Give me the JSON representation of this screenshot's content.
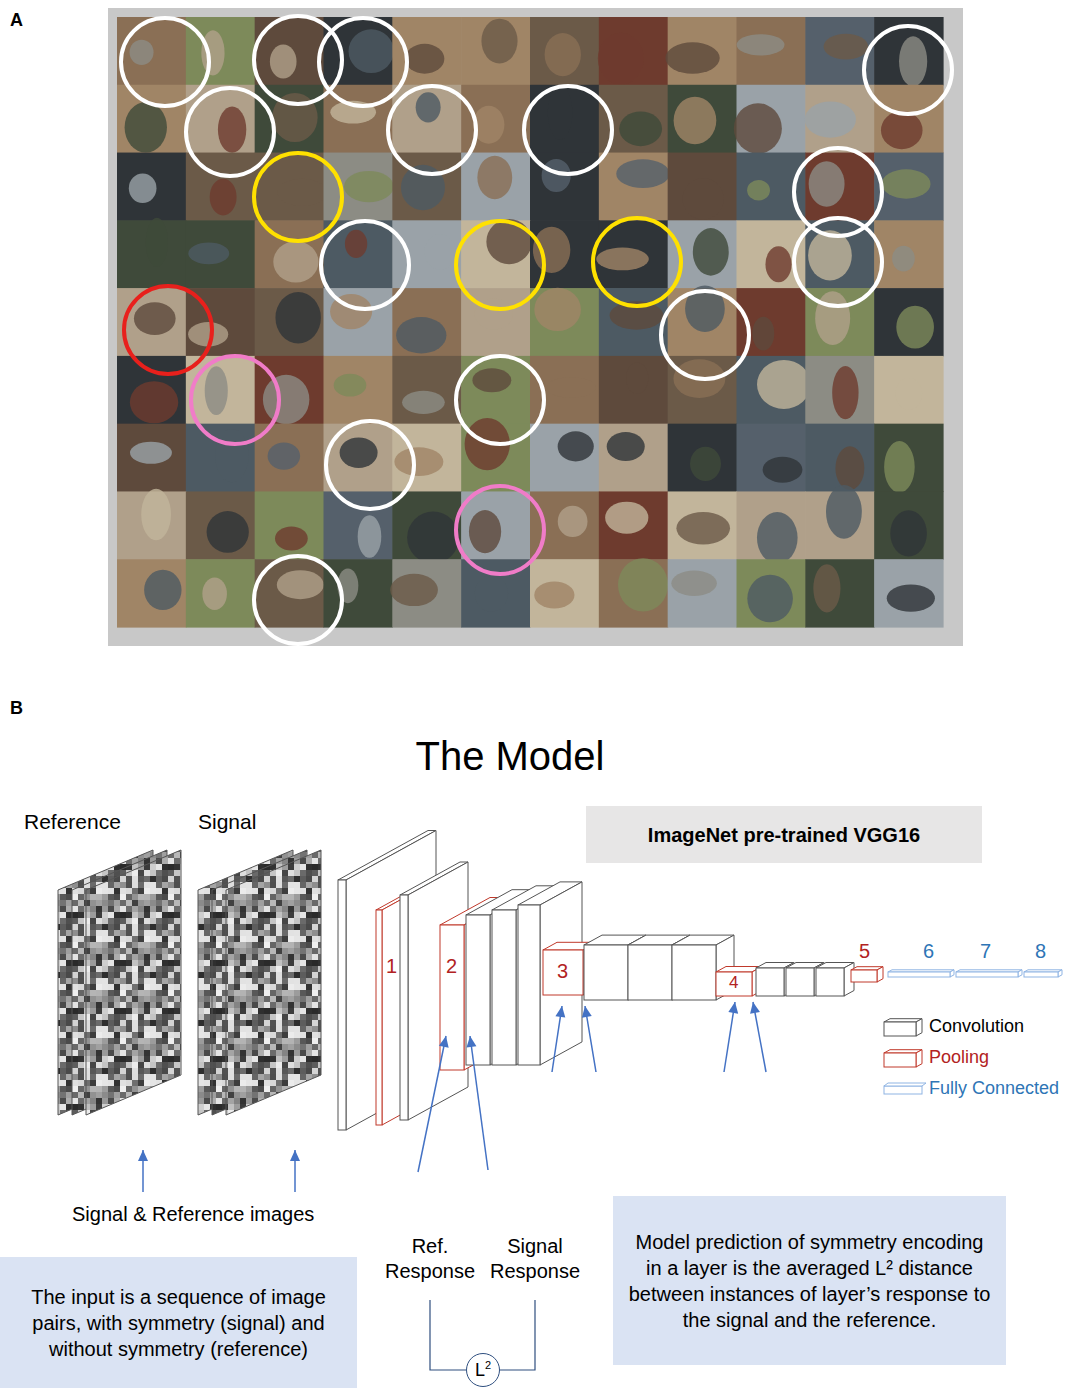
{
  "diagram": {
    "title": "The Model",
    "nodes": [
      {
        "text": [
          "ImageNet pre-trained VGG16"
        ]
      },
      {
        "text": [
          "The input is a sequence of image pairs, with symmetry (signal) and without symmetry (reference)"
        ]
      },
      {
        "text": [
          "L",
          "2"
        ]
      },
      {
        "text": [
          "Model prediction of symmetry encoding in a layer is the averaged L² distance between instances of layer’s response to the signal and the reference."
        ]
      }
    ],
    "labels": [
      "A",
      "B",
      "Reference",
      "Signal",
      "1",
      "2",
      "3",
      "4",
      "5",
      "6",
      "7",
      "8",
      "Signal & Reference images",
      "Ref. Response",
      "Signal Response"
    ],
    "legend": [
      {
        "text": "Convolution"
      },
      {
        "text": "Pooling"
      },
      {
        "text": "Fully Connected"
      }
    ]
  }
}
